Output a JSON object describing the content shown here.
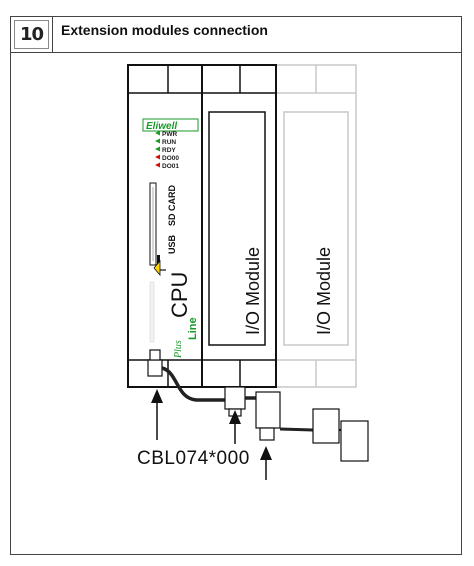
{
  "step": {
    "number": "10"
  },
  "title": "Extension modules connection",
  "cpu": {
    "brand": "Eliwell",
    "leds": [
      {
        "label": "PWR",
        "color": "#1a9a2a"
      },
      {
        "label": "RUN",
        "color": "#1a9a2a"
      },
      {
        "label": "RDY",
        "color": "#1a9a2a"
      },
      {
        "label": "DO00",
        "color": "#d01010"
      },
      {
        "label": "DO01",
        "color": "#d01010"
      }
    ],
    "slot_labels": [
      "SD CARD",
      "USB"
    ],
    "name": "CPU",
    "line_text": "Line",
    "plus_text": "Plus",
    "brand_color": "#1a9a2a"
  },
  "modules": [
    {
      "label": "I/O Module"
    },
    {
      "label": "I/O Module"
    }
  ],
  "cable": {
    "label": "CBL074*000"
  },
  "icons": [
    "warning-icon",
    "arrow-up-icon"
  ]
}
